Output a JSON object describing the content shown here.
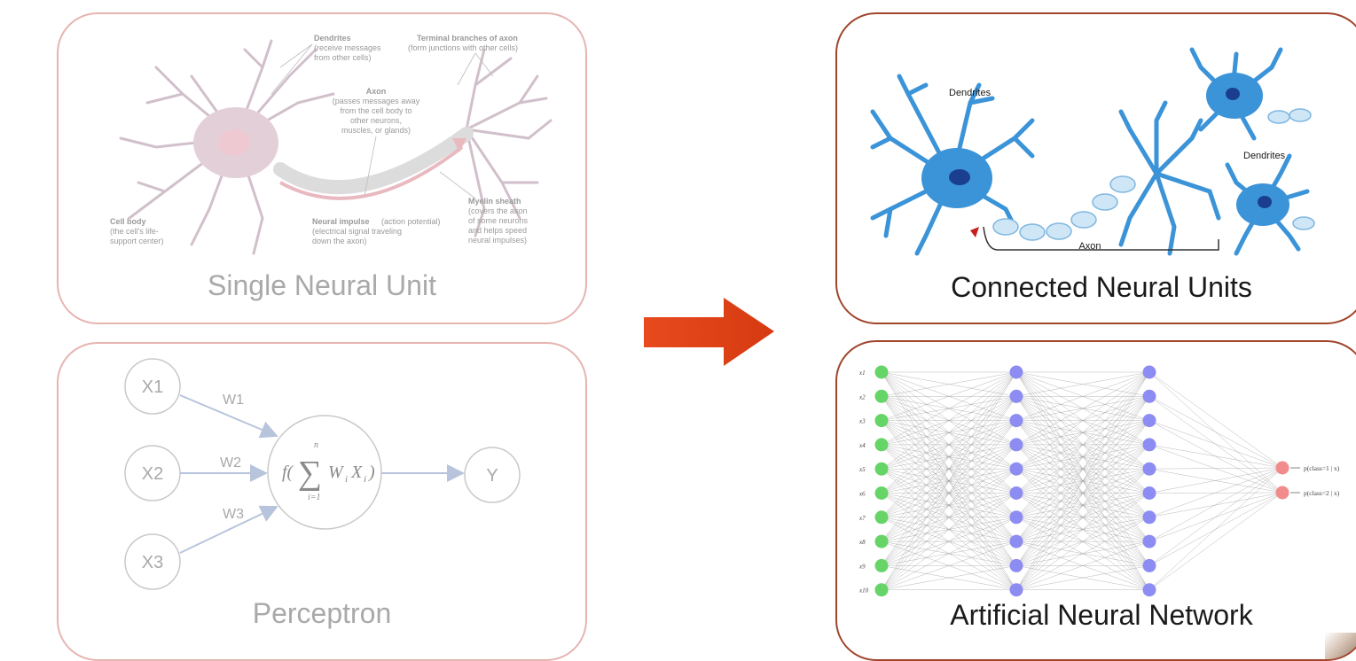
{
  "single_neural_unit": {
    "title": "Single Neural Unit",
    "labels": {
      "dendrites_title": "Dendrites",
      "dendrites_line1": "(receive messages",
      "dendrites_line2": "from other cells)",
      "terminal_title": "Terminal branches of axon",
      "terminal_line1": "(form junctions with other cells)",
      "axon_title": "Axon",
      "axon_line1": "(passes messages away",
      "axon_line2": "from the cell body to",
      "axon_line3": "other neurons,",
      "axon_line4": "muscles, or glands)",
      "myelin_title": "Myelin sheath",
      "myelin_line1": "(covers the axon",
      "myelin_line2": "of some neurons",
      "myelin_line3": "and helps speed",
      "myelin_line4": "neural impulses)",
      "impulse_title": "Neural impulse",
      "impulse_suffix": "(action potential)",
      "impulse_line1": "(electrical signal traveling",
      "impulse_line2": "down the axon)",
      "cellbody_title": "Cell body",
      "cellbody_line1": "(the cell's life-",
      "cellbody_line2": "support center)"
    }
  },
  "perceptron": {
    "title": "Perceptron",
    "inputs": [
      "X1",
      "X2",
      "X3"
    ],
    "weights": [
      "W1",
      "W2",
      "W3"
    ],
    "sum_upper": "n",
    "sum_lower": "i=1",
    "func_prefix": "f(",
    "func_suffix": "W",
    "func_sub_i": "i",
    "func_x": "X",
    "func_close": ")",
    "output": "Y"
  },
  "connected_neural_units": {
    "title": "Connected Neural Units",
    "labels": {
      "dendrites_left": "Dendrites",
      "dendrites_right": "Dendrites",
      "axon": "Axon"
    }
  },
  "artificial_neural_network": {
    "title": "Artificial Neural Network",
    "input_labels": [
      "x1",
      "x2",
      "x3",
      "x4",
      "x5",
      "x6",
      "x7",
      "x8",
      "x9",
      "x10"
    ],
    "output_labels": [
      "p(class=1 | x)",
      "p(class=2 | x)"
    ],
    "layer_sizes": [
      10,
      10,
      10,
      2
    ],
    "colors": {
      "input": "#66d466",
      "hidden": "#8c8cf2",
      "output": "#f28c8c"
    }
  },
  "arrow": {
    "color": "#e84a1e"
  }
}
